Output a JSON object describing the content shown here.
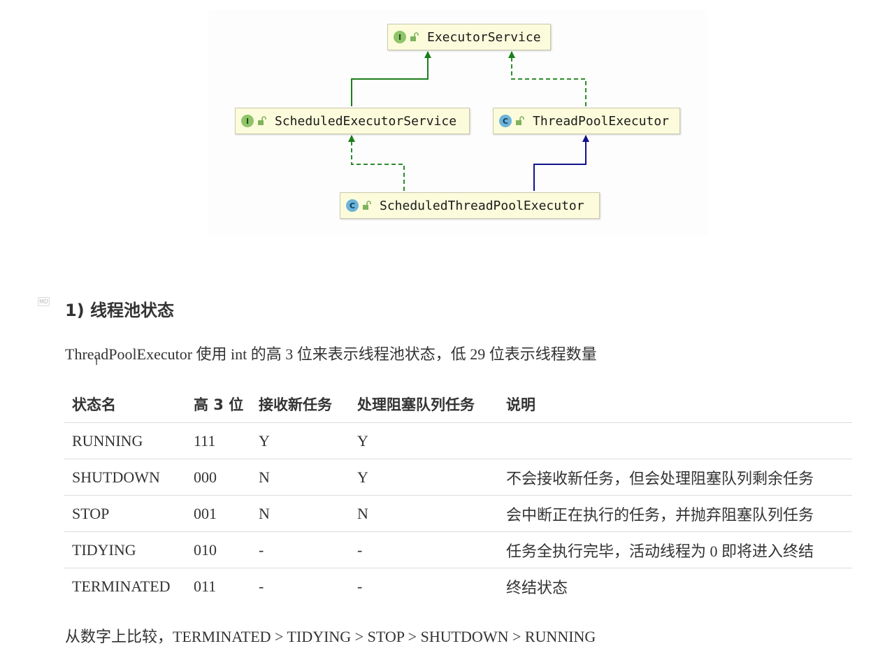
{
  "diagram": {
    "nodes": [
      {
        "id": "executor-service",
        "kind": "I",
        "name": "ExecutorService"
      },
      {
        "id": "scheduled-executor-service",
        "kind": "I",
        "name": "ScheduledExecutorService"
      },
      {
        "id": "thread-pool-executor",
        "kind": "C",
        "name": "ThreadPoolExecutor"
      },
      {
        "id": "scheduled-thread-pool-executor",
        "kind": "C",
        "name": "ScheduledThreadPoolExecutor"
      }
    ],
    "colors": {
      "extends_interface": "#1a7f1a",
      "implements": "#2e8b2e",
      "extends_class": "#12128c",
      "node_fill": "#fcfcdc"
    }
  },
  "section": {
    "marker": "MD",
    "heading": "1) 线程池状态",
    "intro": "ThreadPoolExecutor 使用 int 的高 3 位来表示线程池状态，低 29 位表示线程数量",
    "table": {
      "headers": [
        "状态名",
        "高 3 位",
        "接收新任务",
        "处理阻塞队列任务",
        "说明"
      ],
      "rows": [
        [
          "RUNNING",
          "111",
          "Y",
          "Y",
          ""
        ],
        [
          "SHUTDOWN",
          "000",
          "N",
          "Y",
          "不会接收新任务，但会处理阻塞队列剩余任务"
        ],
        [
          "STOP",
          "001",
          "N",
          "N",
          "会中断正在执行的任务，并抛弃阻塞队列任务"
        ],
        [
          "TIDYING",
          "010",
          "-",
          "-",
          "任务全执行完毕，活动线程为 0 即将进入终结"
        ],
        [
          "TERMINATED",
          "011",
          "-",
          "-",
          "终结状态"
        ]
      ]
    },
    "comparison": "从数字上比较，TERMINATED > TIDYING > STOP > SHUTDOWN > RUNNING"
  }
}
